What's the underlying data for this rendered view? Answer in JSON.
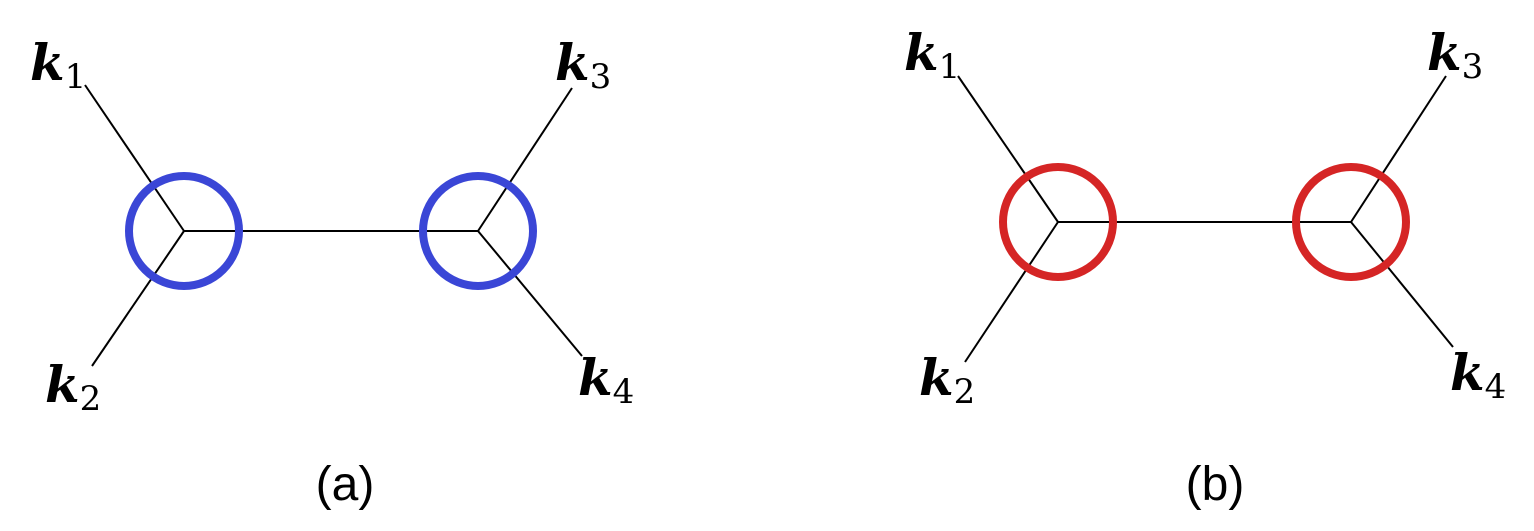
{
  "panels": [
    {
      "caption": "(a)",
      "circle_color": "#3a46d6",
      "labels": [
        {
          "main": "k",
          "sub": "1"
        },
        {
          "main": "k",
          "sub": "2"
        },
        {
          "main": "k",
          "sub": "3"
        },
        {
          "main": "k",
          "sub": "4"
        }
      ]
    },
    {
      "caption": "(b)",
      "circle_color": "#d52525",
      "labels": [
        {
          "main": "k",
          "sub": "1"
        },
        {
          "main": "k",
          "sub": "2"
        },
        {
          "main": "k",
          "sub": "3"
        },
        {
          "main": "k",
          "sub": "4"
        }
      ]
    }
  ]
}
